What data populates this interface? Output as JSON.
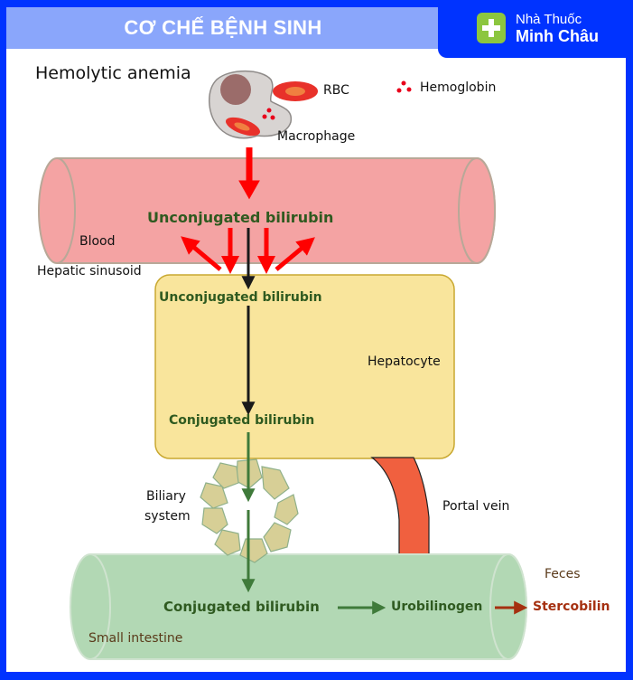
{
  "header": {
    "title": "CƠ CHẾ BỆNH SINH",
    "brand_line1": "Nhà Thuốc",
    "brand_line2": "Minh Châu",
    "brand_icon": "plus-cross-icon"
  },
  "colors": {
    "frame": "#0033ff",
    "header_band": "#8aa6fb",
    "brand_icon": "#8cc63f",
    "blood_vessel": "#f4a3a3",
    "hepatocyte": "#f9e59c",
    "intestine": "#b2d8b4",
    "biliary_cells": "#d7cf96",
    "portal_vein": "#f0603f",
    "green_text": "#2f5a20",
    "green_arrow": "#3f7a3a",
    "red_arrow": "#ff0000",
    "stercobilin": "#a53010"
  },
  "diagram": {
    "title": "Hemolytic anemia",
    "legend": {
      "rbc": "RBC",
      "hemoglobin": "Hemoglobin",
      "macrophage": "Macrophage"
    },
    "blood": {
      "compartment": "Blood",
      "substance": "Unconjugated bilirubin"
    },
    "sinusoid_label": "Hepatic sinusoid",
    "hepatocyte": {
      "label": "Hepatocyte",
      "input": "Unconjugated bilirubin",
      "output": "Conjugated bilirubin"
    },
    "biliary_label_1": "Biliary",
    "biliary_label_2": "system",
    "portal_vein_label": "Portal vein",
    "intestine": {
      "label": "Small intestine",
      "step1": "Conjugated bilirubin",
      "step2": "Urobilinogen",
      "step3": "Stercobilin",
      "exit_label": "Feces"
    }
  }
}
